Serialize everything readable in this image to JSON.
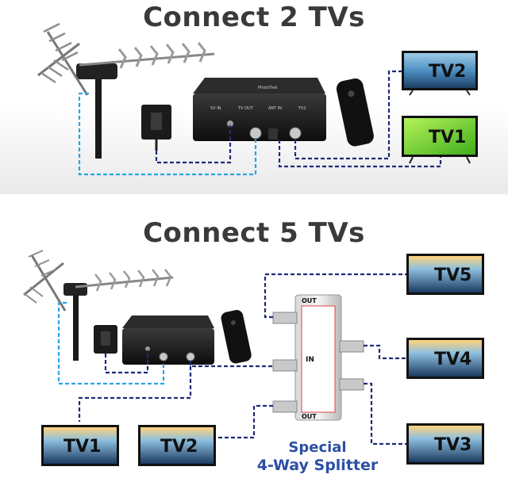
{
  "top": {
    "title": "Connect 2 TVs",
    "tvs": [
      {
        "id": "tv2",
        "label": "TV2"
      },
      {
        "id": "tv1",
        "label": "TV1"
      }
    ],
    "device_brand": "PhotoTrek",
    "ports": [
      "5V IN",
      "TV OUT",
      "ANT IN",
      "TV2"
    ]
  },
  "bottom": {
    "title": "Connect 5 TVs",
    "tvs": [
      {
        "id": "tv5",
        "label": "TV5"
      },
      {
        "id": "tv4",
        "label": "TV4"
      },
      {
        "id": "tv3",
        "label": "TV3"
      },
      {
        "id": "tv1",
        "label": "TV1"
      },
      {
        "id": "tv2",
        "label": "TV2"
      }
    ],
    "splitter": {
      "caption_line1": "Special",
      "caption_line2": "4-Way Splitter",
      "port_in": "IN",
      "port_out": "OUT"
    }
  },
  "colors": {
    "dash_dark": "#1f2a7a",
    "dash_light": "#2aa3e6",
    "splitter_text": "#2b4fa3",
    "tv_green": "#6cd12a"
  }
}
